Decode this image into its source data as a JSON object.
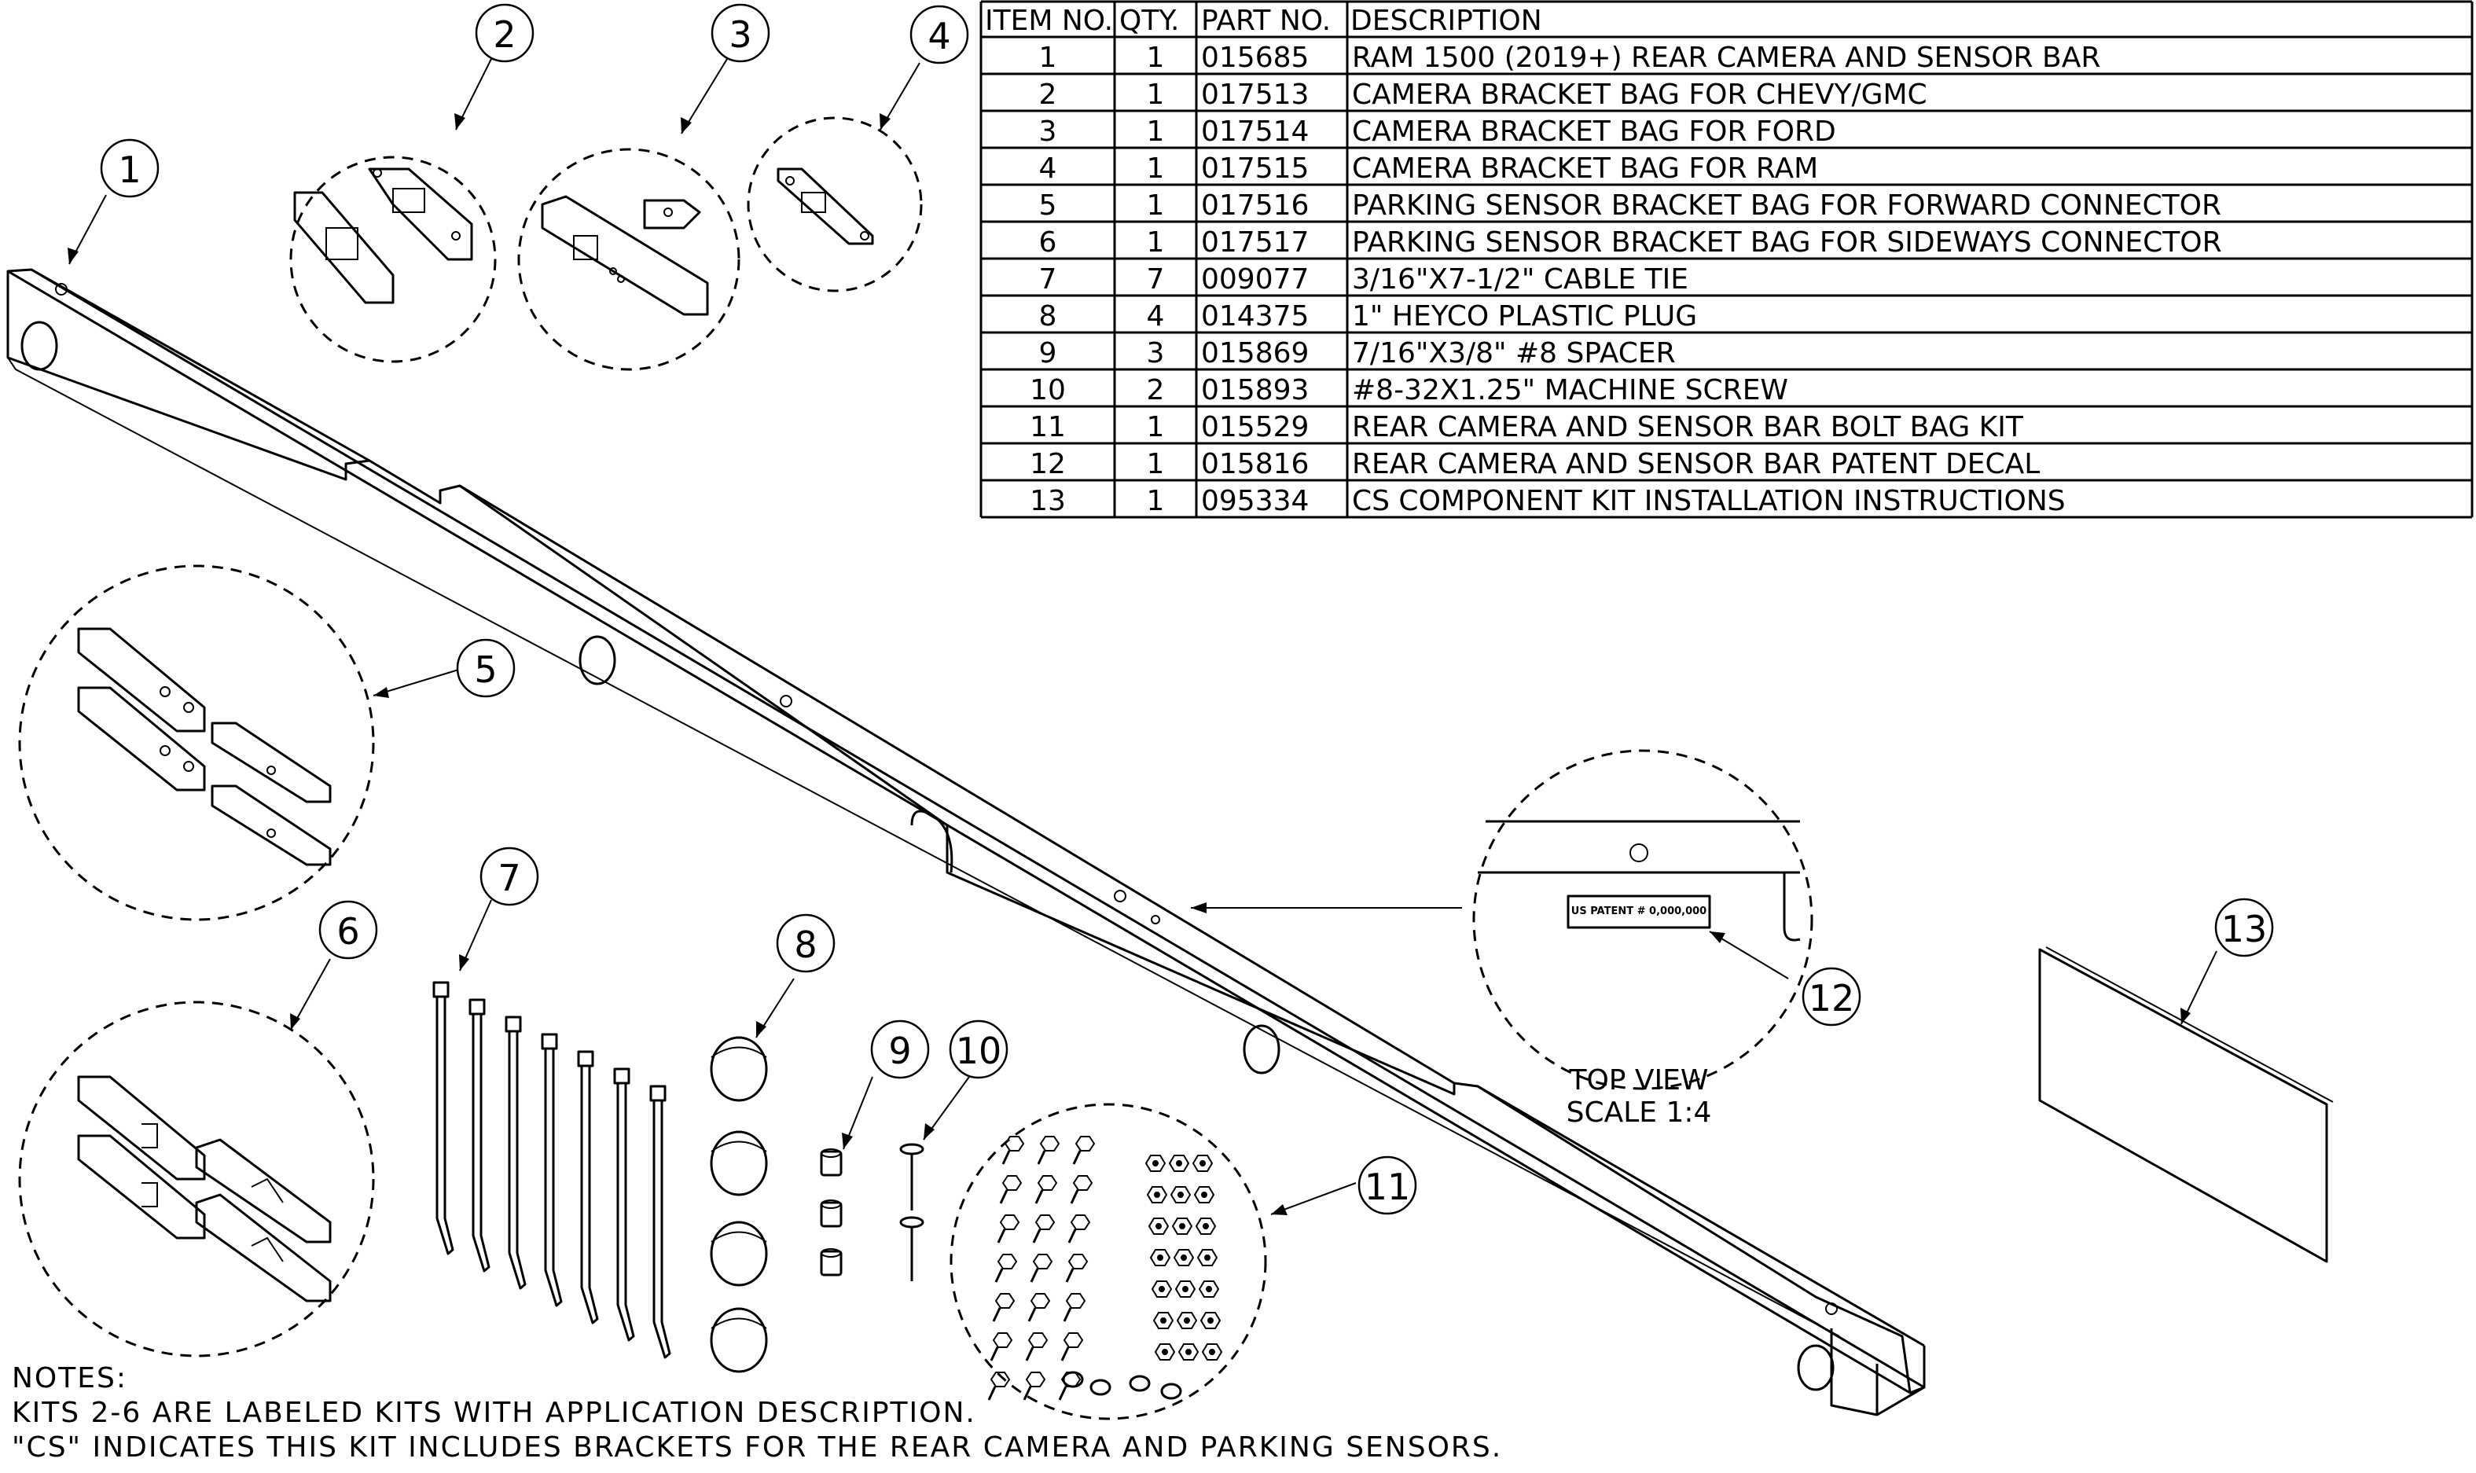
{
  "bom": {
    "headers": [
      "ITEM NO.",
      "QTY.",
      "PART NO.",
      "DESCRIPTION"
    ],
    "rows": [
      {
        "item": "1",
        "qty": "1",
        "part": "015685",
        "desc": "RAM 1500 (2019+) REAR CAMERA AND SENSOR BAR"
      },
      {
        "item": "2",
        "qty": "1",
        "part": "017513",
        "desc": "CAMERA BRACKET BAG FOR CHEVY/GMC"
      },
      {
        "item": "3",
        "qty": "1",
        "part": "017514",
        "desc": "CAMERA BRACKET BAG FOR FORD"
      },
      {
        "item": "4",
        "qty": "1",
        "part": "017515",
        "desc": "CAMERA BRACKET BAG FOR RAM"
      },
      {
        "item": "5",
        "qty": "1",
        "part": "017516",
        "desc": "PARKING SENSOR BRACKET BAG FOR FORWARD CONNECTOR"
      },
      {
        "item": "6",
        "qty": "1",
        "part": "017517",
        "desc": "PARKING SENSOR BRACKET BAG FOR SIDEWAYS CONNECTOR"
      },
      {
        "item": "7",
        "qty": "7",
        "part": "009077",
        "desc": "3/16\"X7-1/2\" CABLE TIE"
      },
      {
        "item": "8",
        "qty": "4",
        "part": "014375",
        "desc": "1\" HEYCO PLASTIC PLUG"
      },
      {
        "item": "9",
        "qty": "3",
        "part": "015869",
        "desc": "7/16\"X3/8\" #8 SPACER"
      },
      {
        "item": "10",
        "qty": "2",
        "part": "015893",
        "desc": "#8-32X1.25\" MACHINE SCREW"
      },
      {
        "item": "11",
        "qty": "1",
        "part": "015529",
        "desc": "REAR CAMERA AND SENSOR BAR BOLT BAG KIT"
      },
      {
        "item": "12",
        "qty": "1",
        "part": "015816",
        "desc": "REAR CAMERA AND SENSOR BAR PATENT DECAL"
      },
      {
        "item": "13",
        "qty": "1",
        "part": "095334",
        "desc": "CS COMPONENT KIT INSTALLATION INSTRUCTIONS"
      }
    ]
  },
  "balloons": [
    "1",
    "2",
    "3",
    "4",
    "5",
    "6",
    "7",
    "8",
    "9",
    "10",
    "11",
    "12",
    "13"
  ],
  "detail_view": {
    "title": "TOP VIEW",
    "scale": "SCALE 1:4",
    "decal_text": "US PATENT # 0,000,000"
  },
  "notes": {
    "heading": "NOTES:",
    "lines": [
      "KITS 2-6 ARE LABELED KITS WITH APPLICATION DESCRIPTION.",
      "\"CS\" INDICATES THIS KIT INCLUDES BRACKETS FOR THE REAR CAMERA AND PARKING SENSORS."
    ]
  }
}
